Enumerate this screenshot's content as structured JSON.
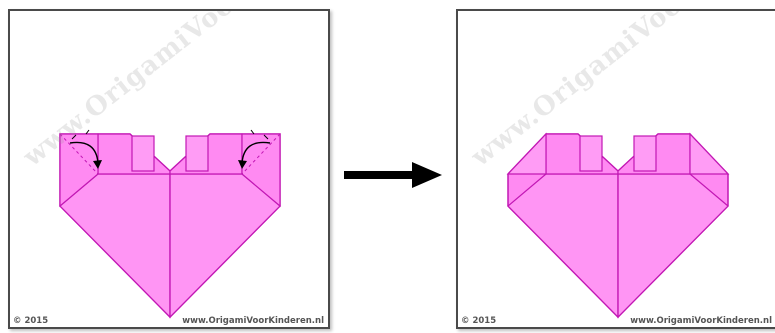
{
  "panels": [
    {
      "watermark": "www.OrigamiVoorKinderen.nl",
      "copyright": "© 2015",
      "site": "www.OrigamiVoorKinderen.nl"
    },
    {
      "watermark": "www.OrigamiVoorKinderen.nl",
      "copyright": "© 2015",
      "site": "www.OrigamiVoorKinderen.nl"
    }
  ],
  "colors": {
    "paper": "#ff8af2",
    "paper_light": "#ffa6f6",
    "outline": "#c218b4",
    "arrow": "#000000",
    "frame": "#4a4a4a"
  }
}
